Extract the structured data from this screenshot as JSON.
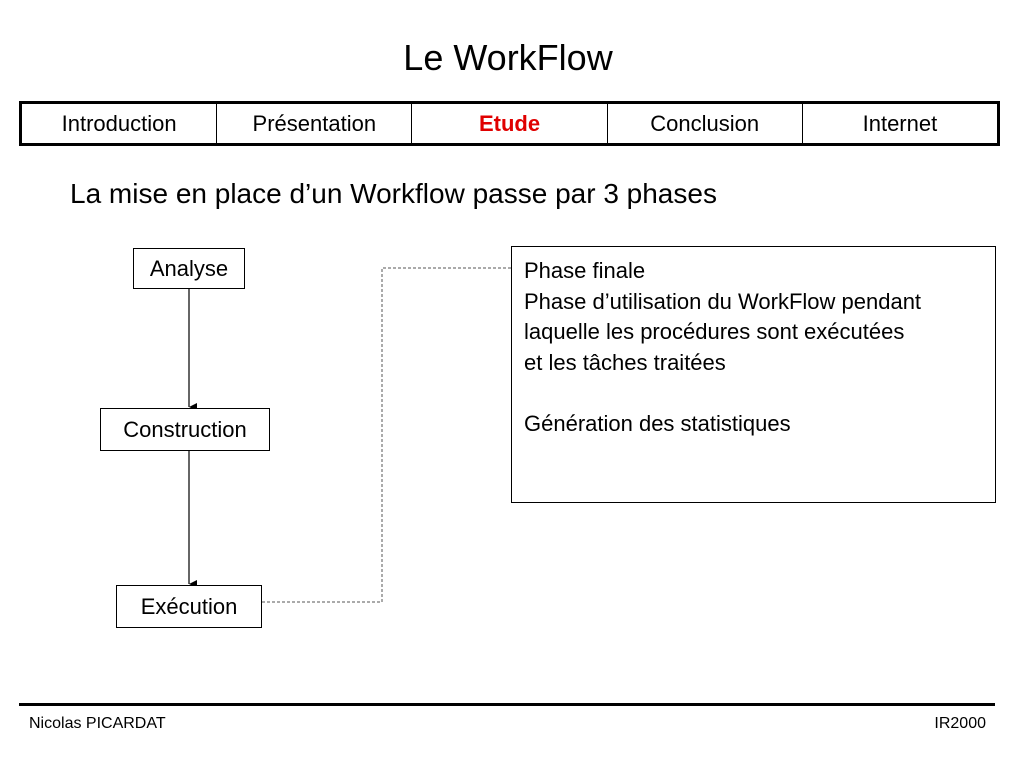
{
  "slide": {
    "title": "Le WorkFlow",
    "subtitle": "La mise en place d’un Workflow passe par 3 phases"
  },
  "nav": {
    "active_color": "#e00000",
    "tabs": [
      {
        "label": "Introduction",
        "active": false
      },
      {
        "label": "Présentation",
        "active": false
      },
      {
        "label": "Etude",
        "active": true
      },
      {
        "label": "Conclusion",
        "active": false
      },
      {
        "label": "Internet",
        "active": false
      }
    ]
  },
  "flow": {
    "steps": [
      "Analyse",
      "Construction",
      "Exécution"
    ]
  },
  "phase_box": {
    "lines": [
      "Phase finale",
      "Phase d’utilisation du WorkFlow pendant",
      "laquelle les procédures sont exécutées",
      "et les tâches traitées",
      "Génération des statistiques"
    ]
  },
  "footer": {
    "author": "Nicolas PICARDAT",
    "code": "IR2000"
  }
}
